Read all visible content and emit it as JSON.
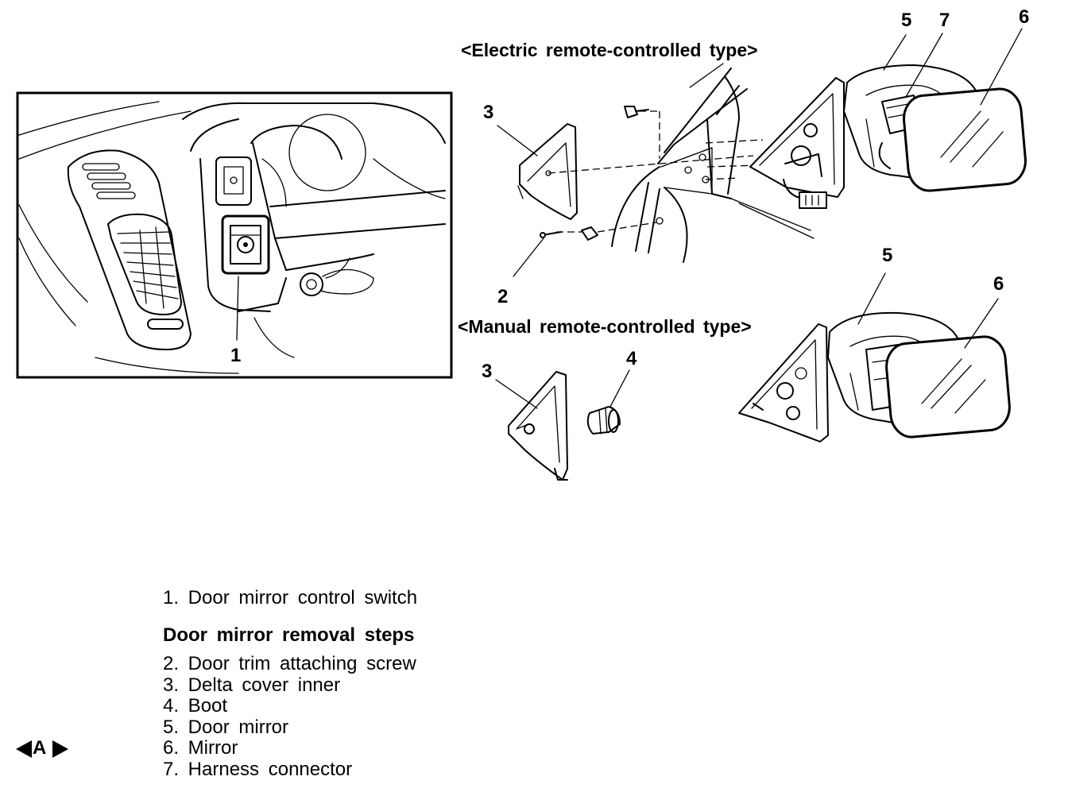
{
  "diagram": {
    "panel_callout": "1",
    "electric_type_label": "<Electric remote-controlled type>",
    "manual_type_label": "<Manual remote-controlled type>",
    "electric_callouts": [
      "5",
      "7",
      "6",
      "3",
      "2"
    ],
    "manual_callouts": [
      "5",
      "6",
      "3",
      "4"
    ]
  },
  "legend": {
    "switch_item": "1. Door mirror control switch",
    "heading": "Door mirror removal steps",
    "steps": [
      "2. Door trim attaching screw",
      "3. Delta cover inner",
      "4. Boot",
      "5. Door mirror",
      "6. Mirror",
      "7. Harness connector"
    ]
  },
  "nav_marker": {
    "letter": "A",
    "icon": "service-point-arrows-icon"
  }
}
